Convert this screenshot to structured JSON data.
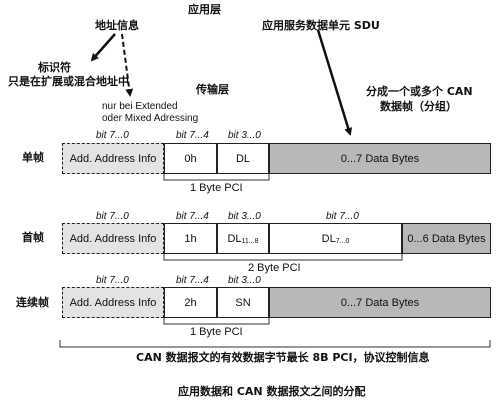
{
  "headings": {
    "app_layer": "应用层",
    "address_info": "地址信息",
    "sdu": "应用服务数据单元 SDU",
    "identifier": "标识符",
    "identifier_note": "只是在扩展或混合地址中",
    "transport_layer": "传输层",
    "nur_line1": "nur bei Extended",
    "nur_line2": "oder Mixed Adressing",
    "frames_line1": "分成一个或多个 CAN",
    "frames_line2": "数据帧（分组）"
  },
  "bits": {
    "b70": "bit 7...0",
    "b74": "bit 7...4",
    "b30": "bit 3...0"
  },
  "rows": {
    "single": {
      "label": "单帧",
      "addr": "Add. Address Info",
      "nibble": "0h",
      "field": "DL",
      "data": "0...7 Data Bytes",
      "pci": "1 Byte PCI"
    },
    "first": {
      "label": "首帧",
      "addr": "Add. Address Info",
      "nibble": "1h",
      "dl_hi": "DL",
      "dl_hi_sub": "11...8",
      "dl_lo": "DL",
      "dl_lo_sub": "7...0",
      "data": "0...6 Data Bytes",
      "pci": "2 Byte PCI"
    },
    "consecutive": {
      "label": "连续帧",
      "addr": "Add. Address Info",
      "nibble": "2h",
      "field": "SN",
      "data": "0...7 Data Bytes",
      "pci": "1 Byte PCI"
    }
  },
  "footer": {
    "note": "CAN 数据报文的有效数据字节最长 8B   PCI，协议控制信息",
    "caption": "应用数据和 CAN 数据报文之间的分配"
  }
}
